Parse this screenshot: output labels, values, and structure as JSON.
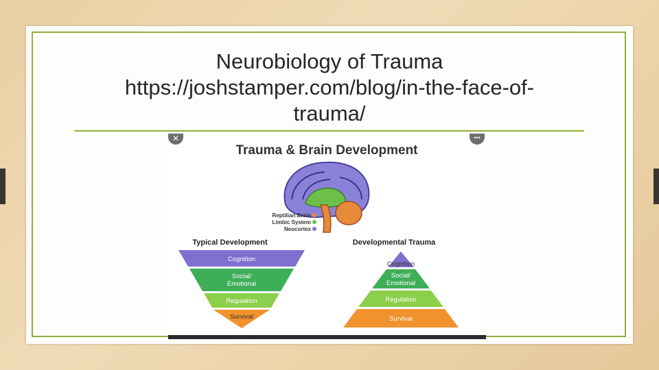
{
  "slide": {
    "title_lines": [
      "Neurobiology of Trauma",
      "https://joshstamper.com/blog/in-the-face-of-",
      "trauma/"
    ]
  },
  "figure": {
    "heading": "Trauma & Brain Development",
    "close_glyph": "✕",
    "more_glyph": "•••",
    "legend": [
      {
        "label": "Reptilian Brain",
        "color": "#e88a3c"
      },
      {
        "label": "Limbic System",
        "color": "#6cc04a"
      },
      {
        "label": "Neocortex",
        "color": "#7d7ad8"
      }
    ],
    "typical": {
      "heading": "Typical Development",
      "levels": [
        {
          "label": "Cognition",
          "color": "#7f6fcf"
        },
        {
          "label": "Social/",
          "label2": "Emotional",
          "color": "#3fae58"
        },
        {
          "label": "Regulation",
          "color": "#8ccf4a"
        },
        {
          "label": "Survival",
          "color": "#f0922e"
        }
      ]
    },
    "trauma": {
      "heading": "Developmental Trauma",
      "levels": [
        {
          "label": "Cognition",
          "color": "#7f6fcf"
        },
        {
          "label": "Social/",
          "label2": "Emotional",
          "color": "#3fae58"
        },
        {
          "label": "Regulation",
          "color": "#8ccf4a"
        },
        {
          "label": "Survival",
          "color": "#f0922e"
        }
      ]
    }
  }
}
